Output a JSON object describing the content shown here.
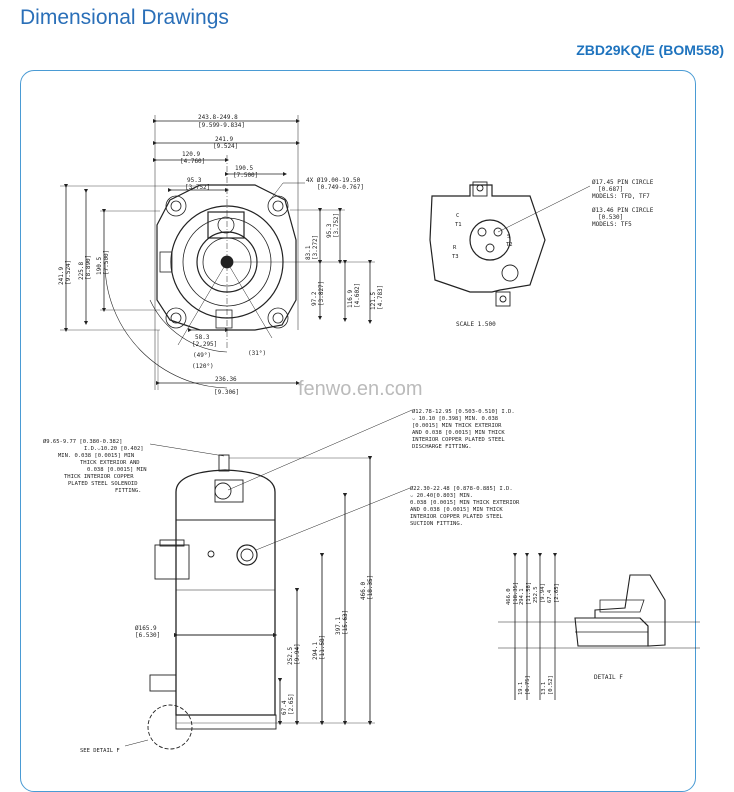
{
  "header": {
    "title": "Dimensional Drawings",
    "model": "ZBD29KQ/E (BOM558)"
  },
  "watermark": "fenwo.en.com",
  "top_view": {
    "dim_total_width": "243.8-249.8",
    "dim_total_width_in": "[9.599-9.834]",
    "dim_241_9": "241.9",
    "dim_241_9_in": "[9.524]",
    "dim_120_9": "120.9",
    "dim_120_9_in": "[4.760]",
    "dim_190_5": "190.5",
    "dim_190_5_in": "[7.500]",
    "dim_95_3": "95.3",
    "dim_95_3_in": "[3.752]",
    "holes": "4X Ø19.00-19.50",
    "holes_in": "[0.749-0.767]",
    "dim_241_9v": "241.9",
    "dim_241_9v_in": "[9.524]",
    "dim_225_8": "225.8",
    "dim_225_8_in": "[8.890]",
    "dim_190_5v": "190.5",
    "dim_190_5v_in": "[7.500]",
    "dim_83_1": "83.1",
    "dim_83_1_in": "[3.272]",
    "dim_95_3v": "95.3",
    "dim_95_3v_in": "[3.752]",
    "dim_97_2": "97.2",
    "dim_97_2_in": "[3.827]",
    "dim_116_9": "116.9",
    "dim_116_9_in": "[4.602]",
    "dim_121_5": "121.5",
    "dim_121_5_in": "[4.783]",
    "dim_58_3": "58.3",
    "dim_58_3_in": "[2.295]",
    "angle_49": "(49°)",
    "angle_31": "(31°)",
    "angle_120": "(120°)",
    "dim_236_36": "236.36",
    "dim_236_36_in": "[9.306]"
  },
  "terminal_box": {
    "pin_circle_1": "Ø17.45  PIN CIRCLE",
    "pin_circle_1_in": "[0.687]",
    "models_1": "MODELS: TFD, TF7",
    "pin_circle_2": "Ø13.46 PIN CIRCLE",
    "pin_circle_2_in": "[0.530]",
    "models_2": "MODELS: TF5",
    "scale": "SCALE  1.500",
    "label_c": "C",
    "label_t1": "T1",
    "label_s": "S",
    "label_t2": "T2",
    "label_r": "R",
    "label_t3": "T3"
  },
  "discharge": {
    "line1": "Ø12.78-12.95 [0.503-0.510] I.D.",
    "line2": "⌵ 10.10 [0.398] MIN. 0.038",
    "line3": "[0.0015] MIN THICK EXTERIOR",
    "line4": "AND 0.038 [0.0015] MIN THICK",
    "line5": "INTERIOR COPPER PLATED STEEL",
    "line6": "DISCHARGE FITTING."
  },
  "solenoid": {
    "line1": "Ø9.65-9.77 [0.380-0.382]",
    "line2": "I.D.⌵10.20 [0.402]",
    "line3": "MIN. 0.038 [0.0015] MIN",
    "line4": "THICK EXTERIOR AND",
    "line5": "0.038 [0.0015] MIN",
    "line6": "THICK INTERIOR COPPER",
    "line7": "PLATED STEEL SOLENOID",
    "line8": "FITTING."
  },
  "suction": {
    "line1": "Ø22.30-22.48 [0.878-0.885] I.D.",
    "line2": "⌵ 20.40[0.803] MIN.",
    "line3": "0.038 [0.0015] MIN THICK EXTERIOR",
    "line4": "AND 0.038 [0.0015] MIN THICK",
    "line5": "INTERIOR COPPER PLATED STEEL",
    "line6": "SUCTION FITTING."
  },
  "side_view": {
    "dia": "Ø165.9",
    "dia_in": "[6.530]",
    "h_466": "466.0",
    "h_466_in": "[18.35]",
    "h_397_1": "397.1",
    "h_397_1_in": "[15.63]",
    "h_294_1": "294.1",
    "h_294_1_in": "[11.58]",
    "h_252_5": "252.5",
    "h_252_5_in": "[9.94]",
    "h_67_4": "67.4",
    "h_67_4_in": "[2.65]",
    "see_detail": "SEE DETAIL  F"
  },
  "detail_f": {
    "h_466": "466.0",
    "h_466_in": "[18.35]",
    "h_294_1": "294.1",
    "h_294_1_in": "[11.58]",
    "h_252_5": "252.5",
    "h_252_5_in": "[9.94]",
    "h_67_4": "67.4",
    "h_67_4_in": "[2.65]",
    "b_19_1": "19.1",
    "b_19_1_in": "[0.75]",
    "b_13_1": "13.1",
    "b_13_1_in": "[0.52]",
    "label": "DETAIL  F"
  }
}
